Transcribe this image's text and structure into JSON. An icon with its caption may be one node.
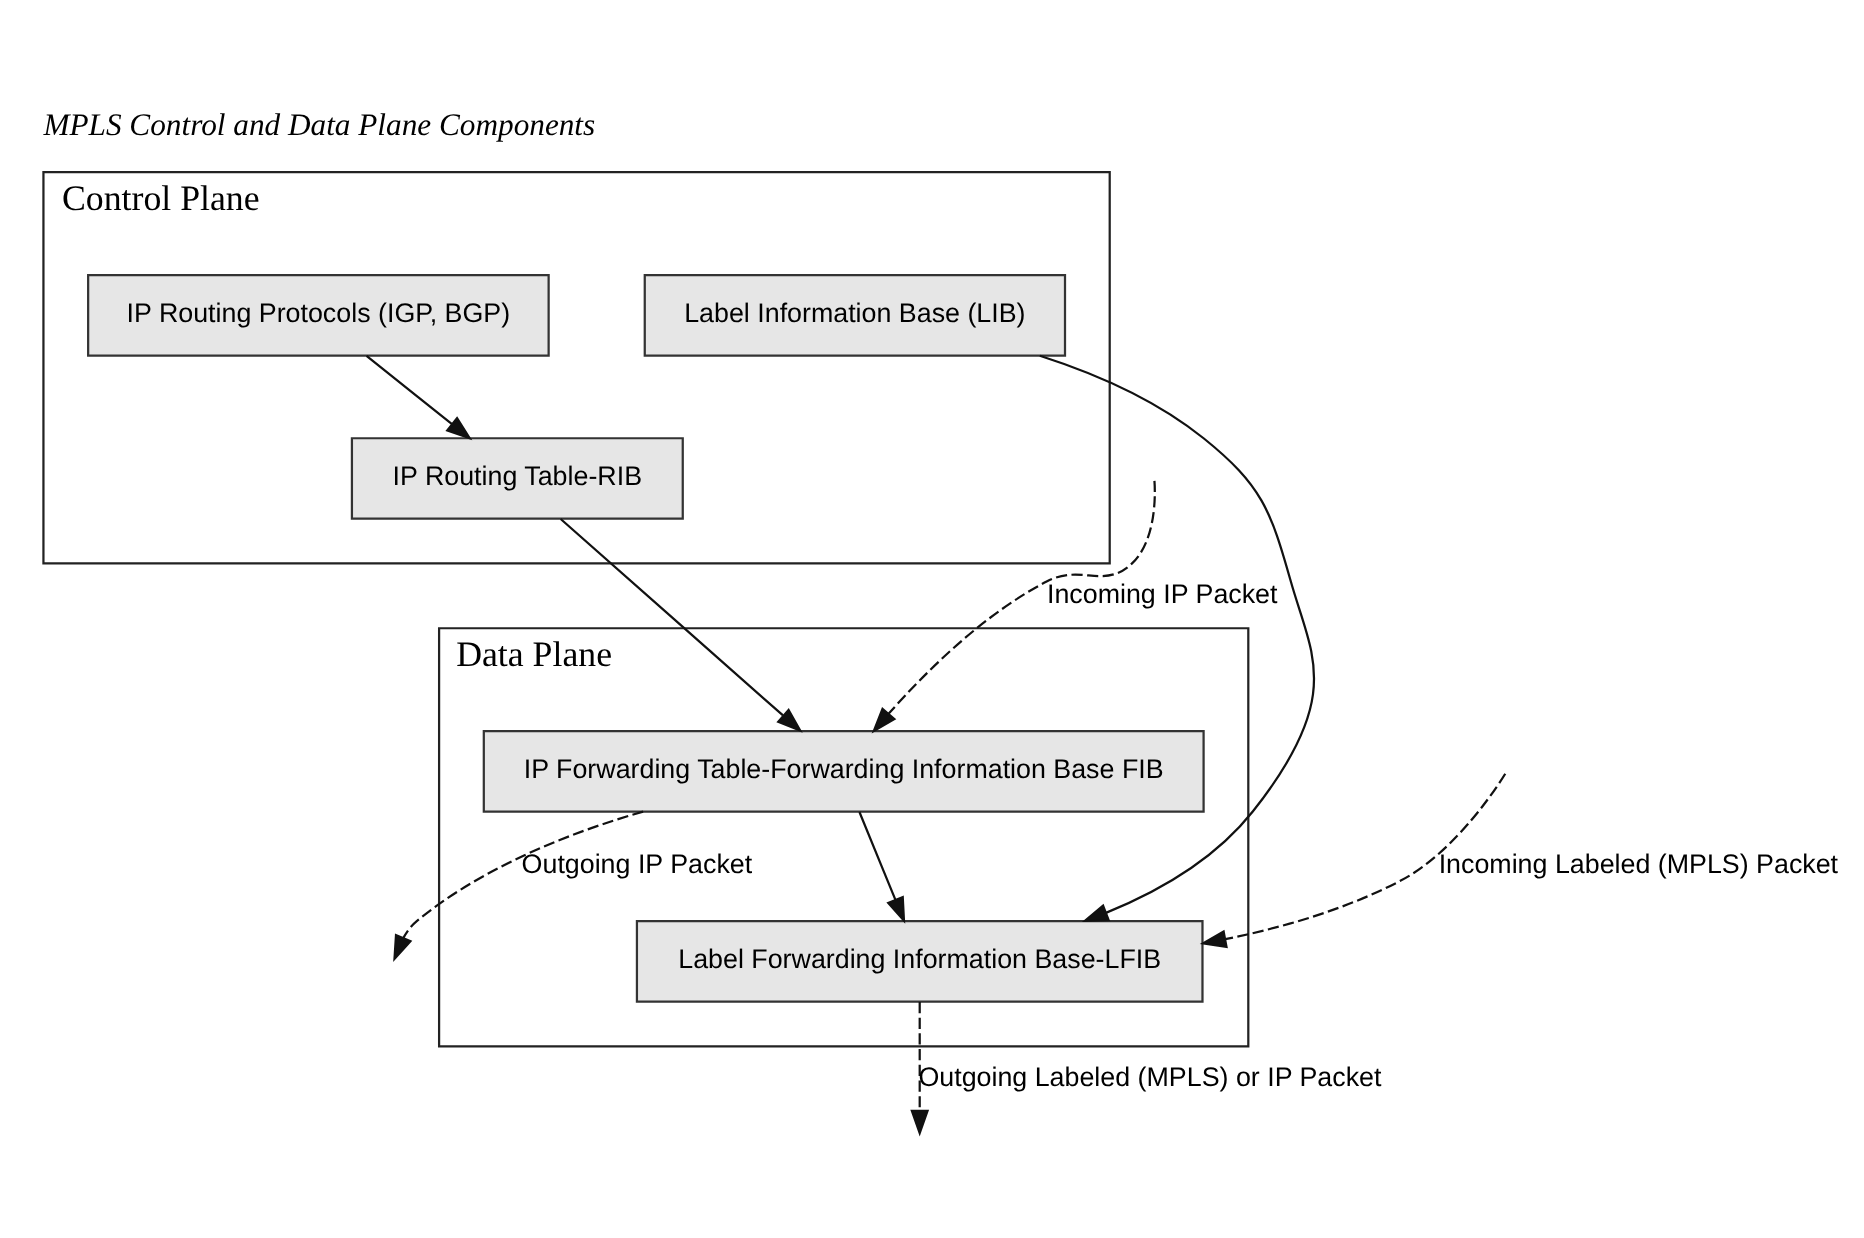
{
  "diagram": {
    "title": "MPLS Control and Data Plane Components",
    "nodes": [
      {
        "text": [
          "Control Plane"
        ]
      },
      {
        "text": [
          "IP Routing Protocols (IGP, BGP)"
        ],
        "in": 0
      },
      {
        "text": [
          "IP Routing Table-RIB"
        ],
        "in": 0
      },
      {
        "text": [
          "Label Information Base (LIB)"
        ],
        "in": 0
      },
      {
        "text": [
          "Data Plane"
        ]
      },
      {
        "text": [
          "IP Forwarding Table-Forwarding Information Base FIB"
        ],
        "in": 4
      },
      {
        "text": [
          "Label Forwarding Information Base-LFIB"
        ],
        "in": 4
      }
    ],
    "edges": [
      {
        "from": 1,
        "to": 2,
        "arrow": "to"
      },
      {
        "from": 2,
        "to": 5,
        "arrow": "to"
      },
      {
        "from": 3,
        "to": 6,
        "arrow": "to"
      },
      {
        "from": 5,
        "to": 6,
        "arrow": "to"
      },
      {
        "from": null,
        "to": 5,
        "arrow": "to",
        "label": "Incoming IP Packet",
        "style": "dashed"
      },
      {
        "from": 5,
        "to": null,
        "arrow": "to",
        "label": "Outgoing IP Packet",
        "style": "dashed"
      },
      {
        "from": null,
        "to": 6,
        "arrow": "to",
        "label": "Incoming Labeled (MPLS) Packet",
        "style": "dashed"
      },
      {
        "from": 6,
        "to": null,
        "arrow": "to",
        "label": "Outgoing Labeled (MPLS) or IP Packet",
        "style": "dashed"
      }
    ]
  }
}
